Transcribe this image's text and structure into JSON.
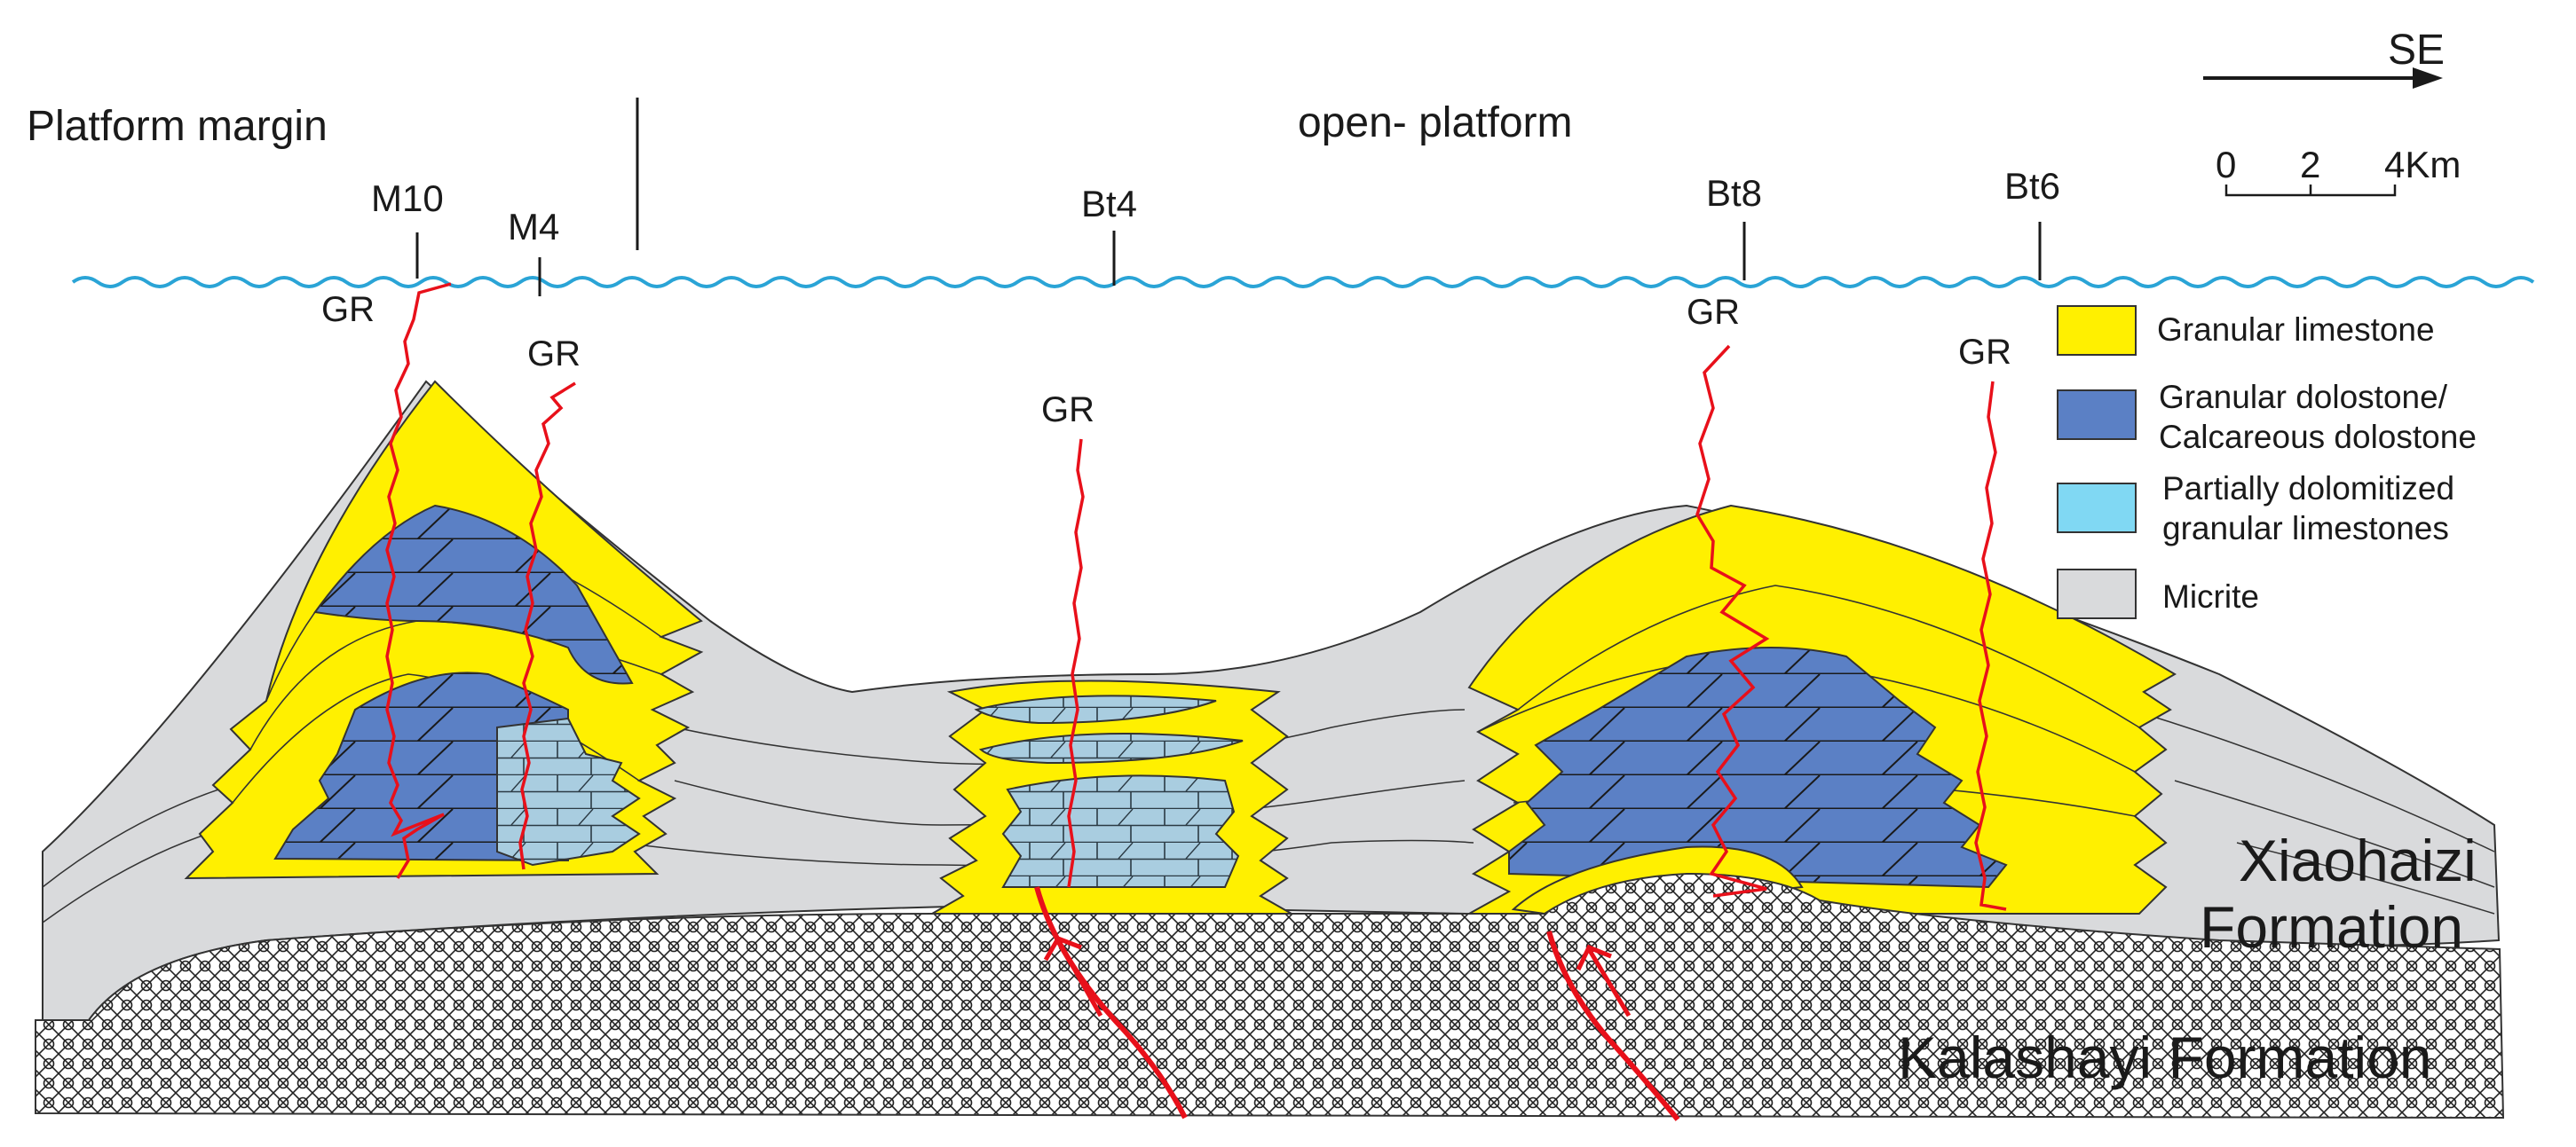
{
  "header": {
    "platform_margin": "Platform margin",
    "open_platform": "open- platform"
  },
  "orientation": {
    "direction": "SE"
  },
  "scale": {
    "ticks": [
      "0",
      "2",
      "4Km"
    ]
  },
  "wells": {
    "m10": "M10",
    "m4": "M4",
    "bt4": "Bt4",
    "bt8": "Bt8",
    "bt6": "Bt6"
  },
  "log_label": "GR",
  "legend": {
    "granular_limestone": "Granular limestone",
    "granular_dolostone_1": "Granular dolostone/",
    "granular_dolostone_2": "Calcareous dolostone",
    "partially_dolomitized_1": "Partially dolomitized",
    "partially_dolomitized_2": "granular limestones",
    "micrite": "Micrite"
  },
  "formations": {
    "xiaohaizi_1": "Xiaohaizi",
    "xiaohaizi_2": "Formation",
    "kalashayi": "Kalashayi Formation"
  },
  "colors": {
    "granular_limestone": "#fff000",
    "granular_dolostone": "#5b80c5",
    "partially_dolomitized": "#a9cde0",
    "micrite": "#d9dadc",
    "gr_log": "#e8101a",
    "fault": "#e8101a",
    "sea_level": "#2aa4d6"
  }
}
